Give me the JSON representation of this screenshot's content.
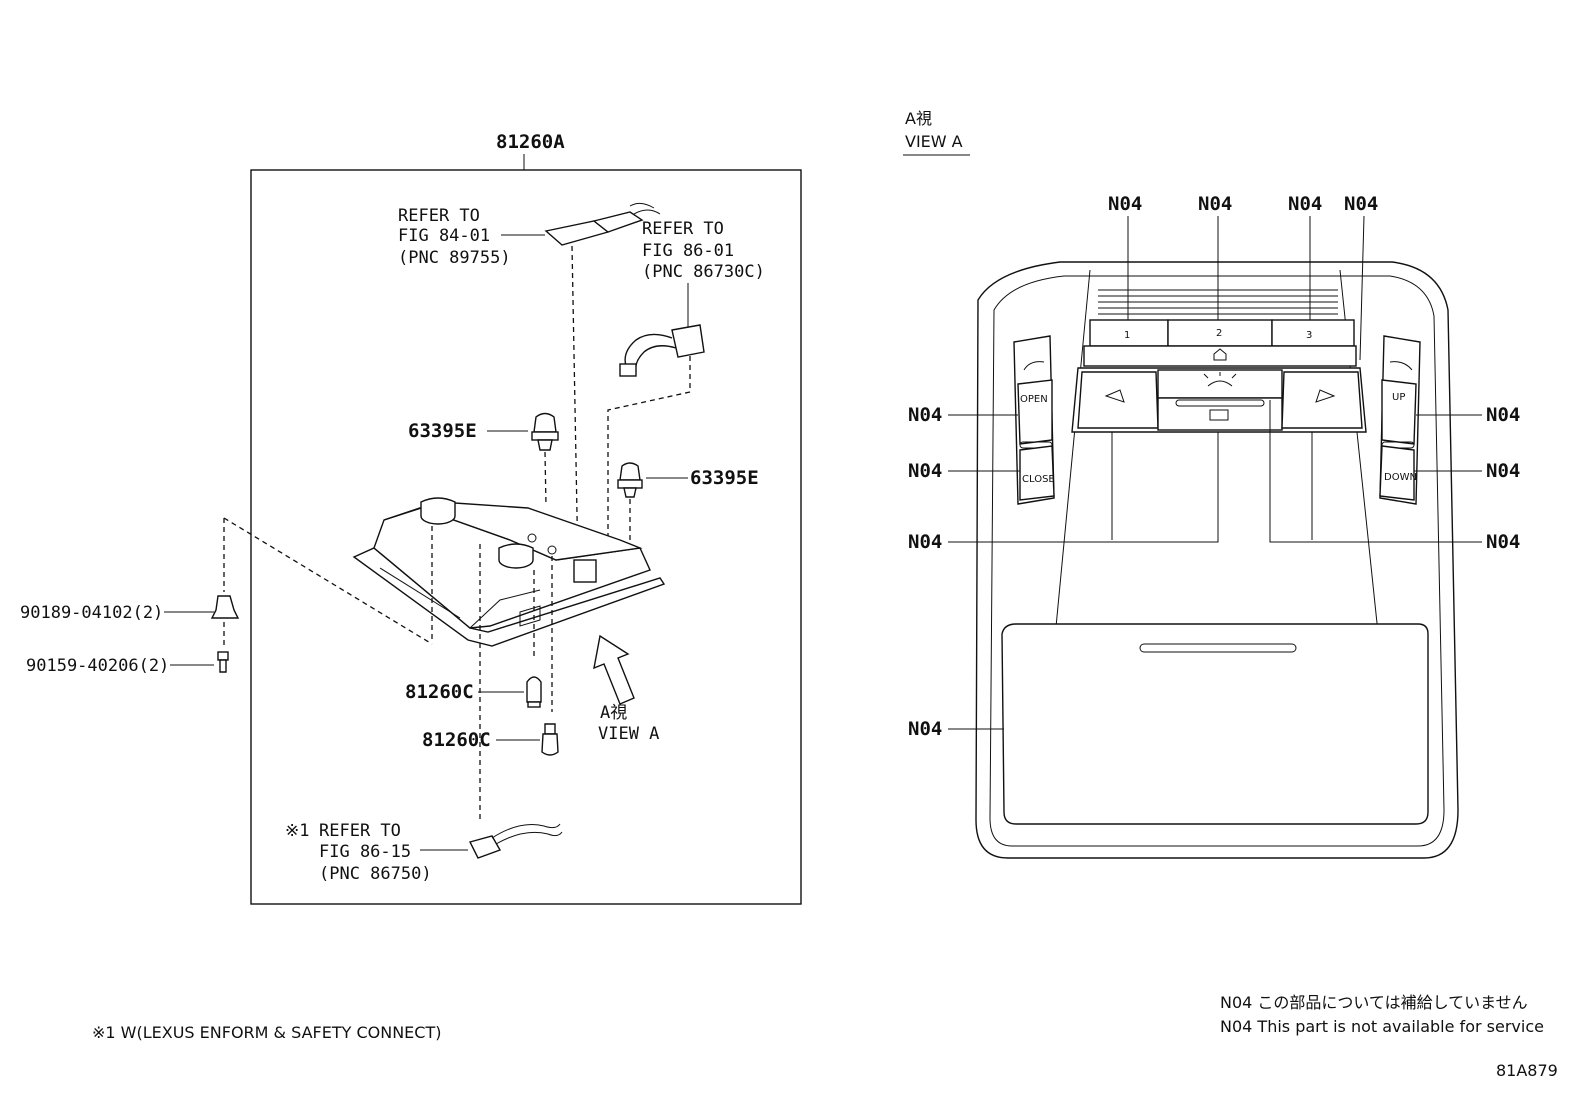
{
  "left_panel": {
    "assembly_label": "81260A",
    "refer_1": [
      "REFER TO",
      "FIG 84-01",
      "(PNC 89755)"
    ],
    "refer_2": [
      "REFER TO",
      "FIG 86-01",
      "(PNC 86730C)"
    ],
    "refer_3": [
      "REFER TO",
      "FIG 86-15",
      "(PNC 86750)"
    ],
    "refer_3_mark": "※1",
    "clip_upper": "63395E",
    "clip_right": "63395E",
    "nut": "90189-04102(2)",
    "screw": "90159-40206(2)",
    "bulb_upper": "81260C",
    "bulb_lower": "81260C",
    "view_arrow_jp": "A視",
    "view_arrow_en": "VIEW A"
  },
  "right_panel": {
    "title_jp": "A視",
    "title_en": "VIEW A",
    "callout": "N04",
    "button_1": "1",
    "button_2": "2",
    "button_3": "3",
    "button_open": "OPEN",
    "button_close": "CLOSE",
    "button_up": "UP",
    "button_down": "DOWN"
  },
  "footnote": "※1 W(LEXUS ENFORM & SAFETY CONNECT)",
  "legend": {
    "line_jp": "N04 この部品については補給していません",
    "line_en": "N04 This part is not available for service"
  },
  "figure_id": "81A879"
}
